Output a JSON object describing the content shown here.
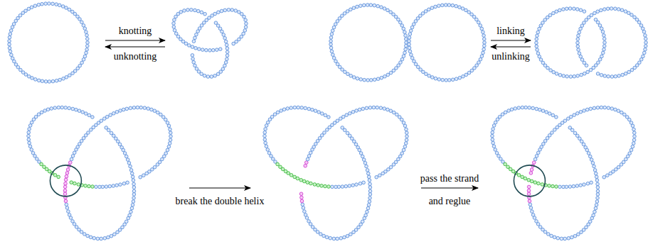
{
  "diagram": {
    "labels": [
      "knotting",
      "unknotting",
      "linking",
      "unlinking",
      "break the double helix",
      "pass the strand",
      "and reglue"
    ]
  }
}
